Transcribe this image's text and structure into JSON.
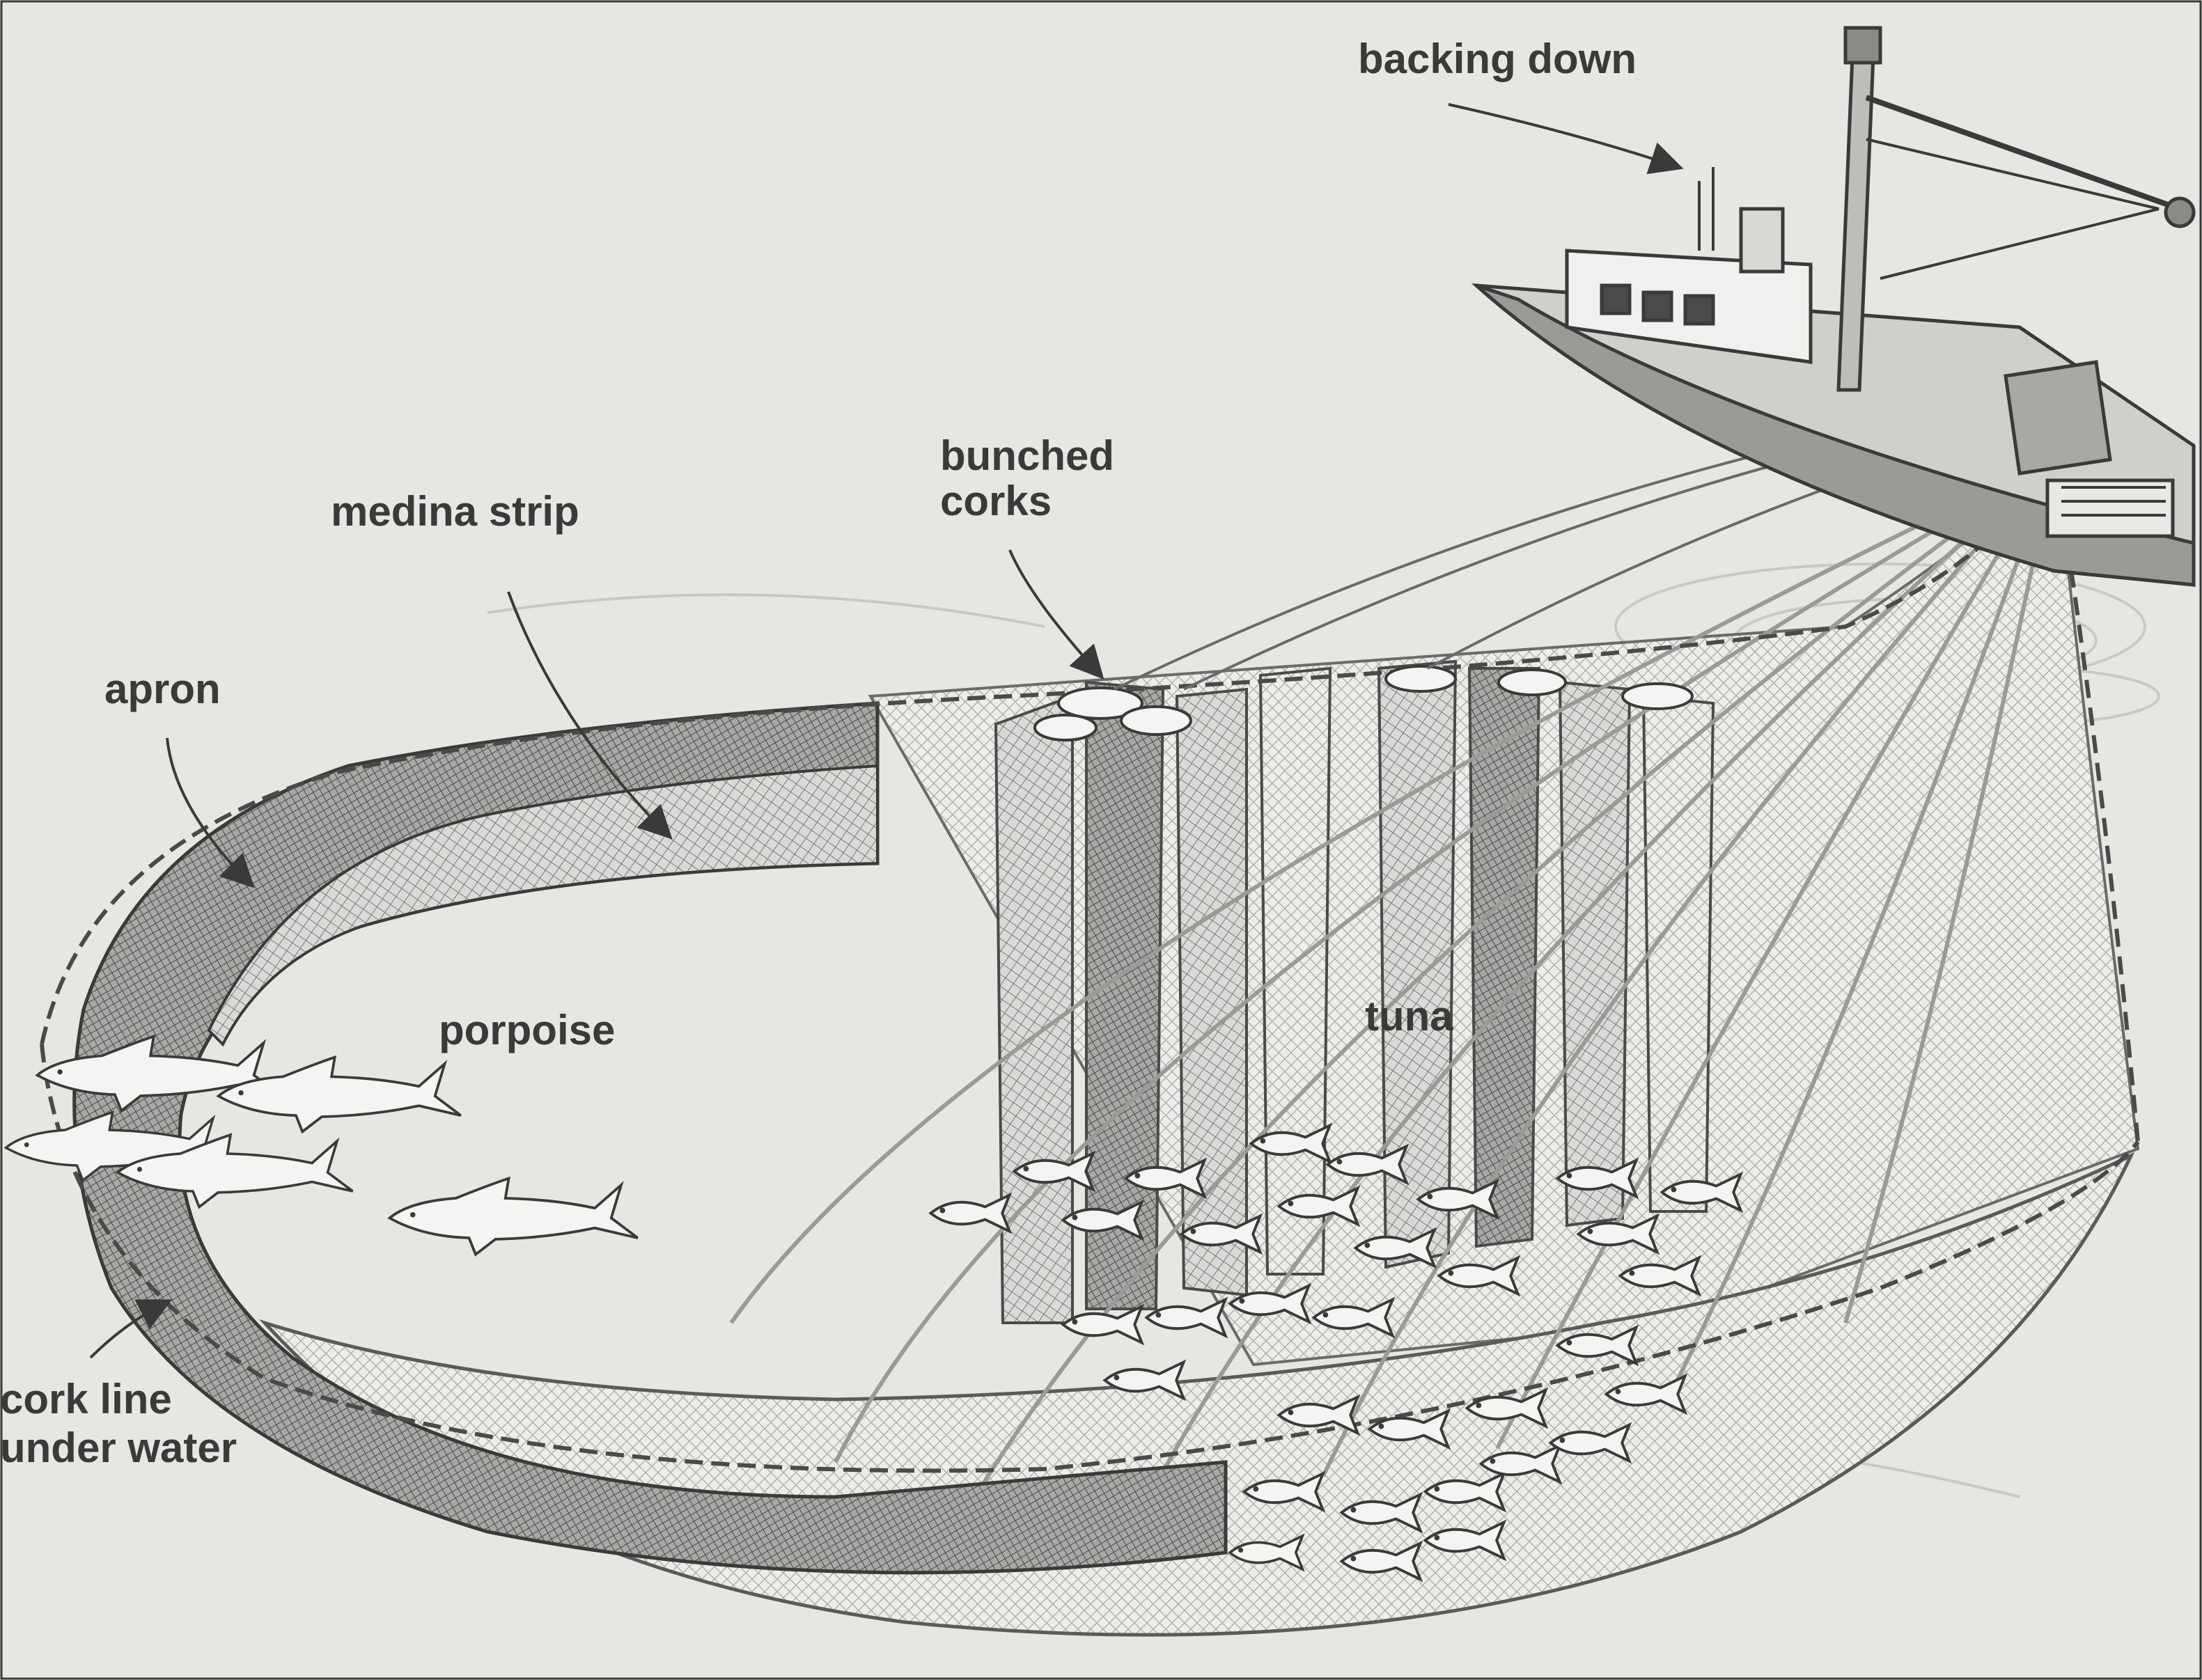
{
  "labels": {
    "backing_down": "backing down",
    "bunched_corks_1": "bunched",
    "bunched_corks_2": "corks",
    "medina_strip": "medina strip",
    "apron": "apron",
    "porpoise": "porpoise",
    "tuna": "tuna",
    "cork_line_1": "cork line",
    "cork_line_2": "under water"
  },
  "colors": {
    "paper": "#e6e6e3",
    "ink": "#3a3a3a",
    "net_dark": "#8a8a8a",
    "net_light": "#d4d4d0"
  },
  "icons": [
    "boat-icon",
    "porpoise-icon",
    "tuna-fish-icon",
    "net-icon"
  ]
}
